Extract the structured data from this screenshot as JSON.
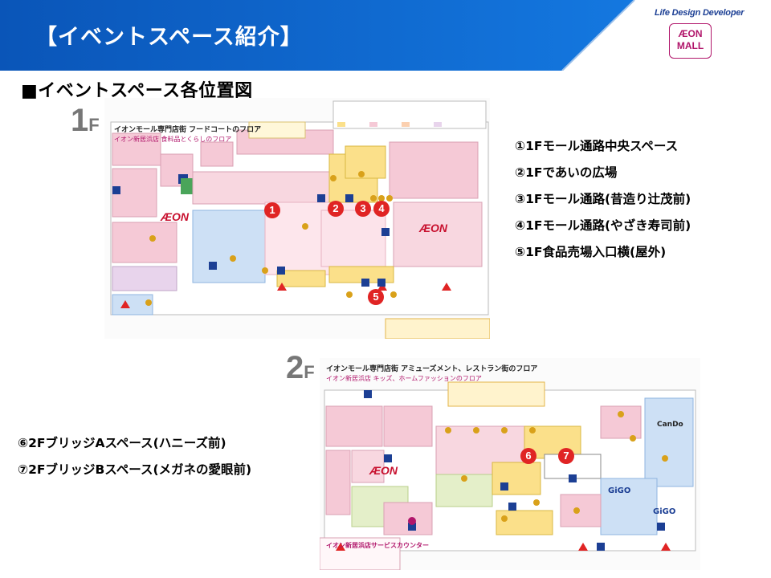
{
  "header": {
    "title": "【イベントスペース紹介】",
    "brand_line": "Life Design Developer",
    "logo_line1": "ÆON",
    "logo_line2": "MALL"
  },
  "section_title": "■イベントスペース各位置図",
  "colors": {
    "banner_blue": "#0b62c7",
    "banner_dark": "#0a4fa8",
    "marker_red": "#e02424",
    "aeon_magenta": "#b1166b",
    "shop_pink": "#f5c9d6",
    "food_yellow": "#fbe08a",
    "service_blue": "#cde0f5",
    "facility_green": "#e4efc9"
  },
  "floor1": {
    "label_num": "1",
    "label_f": "F",
    "heading": "イオンモール専門店街 フードコートのフロア",
    "subheading": "イオン新居浜店 食料品とくらしのフロア",
    "aeon": "ÆON",
    "markers": [
      "1",
      "2",
      "3",
      "4",
      "5"
    ]
  },
  "floor2": {
    "label_num": "2",
    "label_f": "F",
    "heading": "イオンモール専門店街 アミューズメント、レストラン街のフロア",
    "subheading": "イオン新居浜店 キッズ、ホームファッションのフロア",
    "aeon": "ÆON",
    "service_counter": "イオン新居浜店サービスカウンター",
    "gigo": "GiGO",
    "cando": "CanDo",
    "markers": [
      "6",
      "7"
    ]
  },
  "legend_1f": [
    "①1Fモール通路中央スペース",
    "②1Fであいの広場",
    "③1Fモール通路(昔造り辻茂前)",
    "④1Fモール通路(やざき寿司前)",
    "⑤1F食品売場入口横(屋外)"
  ],
  "legend_2f": [
    "⑥2FブリッジAスペース(ハニーズ前)",
    "⑦2FブリッジBスペース(メガネの愛眼前)"
  ]
}
